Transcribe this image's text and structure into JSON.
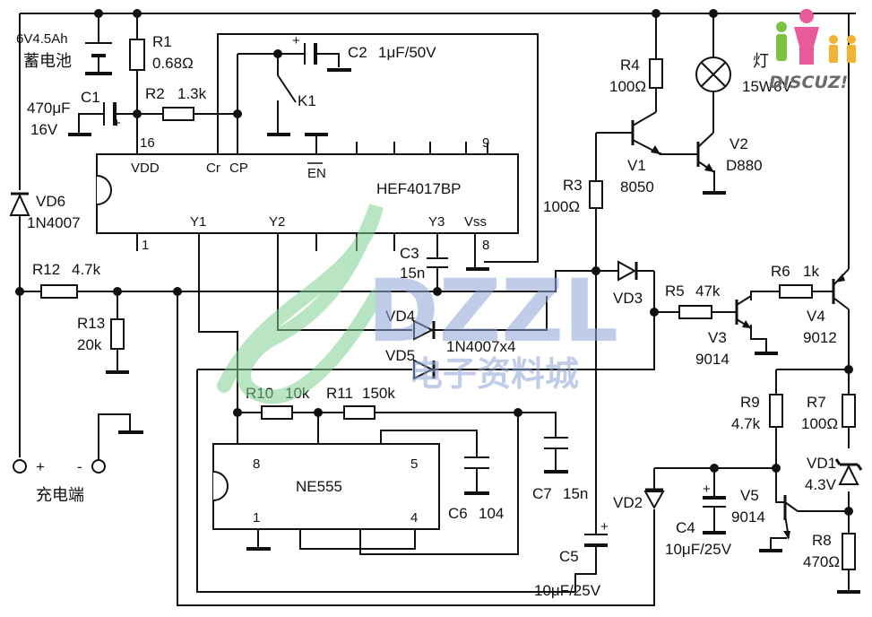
{
  "components": {
    "battery": {
      "line1": "6V4.5Ah",
      "line2": "蓄电池"
    },
    "r1": {
      "ref": "R1",
      "value": "0.68Ω"
    },
    "r2": {
      "ref": "R2",
      "value": "1.3k"
    },
    "c1": {
      "ref": "C1",
      "value1": "470μF",
      "value2": "16V",
      "plus": "+"
    },
    "c2": {
      "ref": "C2",
      "value": "1μF/50V",
      "plus": "+"
    },
    "k1": {
      "ref": "K1"
    },
    "vd6": {
      "ref": "VD6",
      "value": "1N4007"
    },
    "r12": {
      "ref": "R12",
      "value": "4.7k"
    },
    "r13": {
      "ref": "R13",
      "value": "20k"
    },
    "charge_port": {
      "plus": "+",
      "minus": "-",
      "label": "充电端"
    },
    "c3": {
      "ref": "C3",
      "value": "15n"
    },
    "vd4": {
      "ref": "VD4"
    },
    "vd5": {
      "ref": "VD5"
    },
    "diode_note": "1N4007x4",
    "r10": {
      "ref": "R10",
      "value": "10k"
    },
    "r11": {
      "ref": "R11",
      "value": "150k"
    },
    "c6": {
      "ref": "C6",
      "value": "104"
    },
    "c7": {
      "ref": "C7",
      "value": "15n"
    },
    "c5": {
      "ref": "C5",
      "value": "10μF/25V",
      "plus": "+"
    },
    "r4": {
      "ref": "R4",
      "value": "100Ω"
    },
    "r3": {
      "ref": "R3",
      "value": "100Ω"
    },
    "v1": {
      "ref": "V1",
      "value": "8050"
    },
    "v2": {
      "ref": "V2",
      "value": "D880"
    },
    "lamp": {
      "ref": "灯",
      "value": "15W6V"
    },
    "vd3": {
      "ref": "VD3"
    },
    "r5": {
      "ref": "R5",
      "value": "47k"
    },
    "v3": {
      "ref": "V3",
      "value": "9014"
    },
    "r6": {
      "ref": "R6",
      "value": "1k"
    },
    "v4": {
      "ref": "V4",
      "value": "9012"
    },
    "r9": {
      "ref": "R9",
      "value": "4.7k"
    },
    "r7": {
      "ref": "R7",
      "value": "100Ω"
    },
    "vd1": {
      "ref": "VD1",
      "value": "4.3V"
    },
    "vd2": {
      "ref": "VD2"
    },
    "c4": {
      "ref": "C4",
      "value": "10μF/25V",
      "plus": "+"
    },
    "v5": {
      "ref": "V5",
      "value": "9014"
    },
    "r8": {
      "ref": "R8",
      "value": "470Ω"
    }
  },
  "ic1": {
    "name": "HEF4017BP",
    "pin_vdd": "VDD",
    "pin_cr": "Cr",
    "pin_cp": "CP",
    "pin_en": "EN",
    "pin_y1": "Y1",
    "pin_y2": "Y2",
    "pin_y3": "Y3",
    "pin_vss": "Vss",
    "pin_16": "16",
    "pin_9": "9",
    "pin_1": "1",
    "pin_8": "8"
  },
  "ic2": {
    "name": "NE555",
    "pin_8": "8",
    "pin_5": "5",
    "pin_1": "1",
    "pin_4": "4"
  },
  "watermark": {
    "logo": "DZZL",
    "text": "电子资料城",
    "forum": "DISCUZ!"
  },
  "colors": {
    "ink": "#111111",
    "watermark_green": "#7fd08f",
    "watermark_blue": "#8fa6d6",
    "discuz_pink": "#e85a9a",
    "discuz_green": "#7cc242"
  }
}
